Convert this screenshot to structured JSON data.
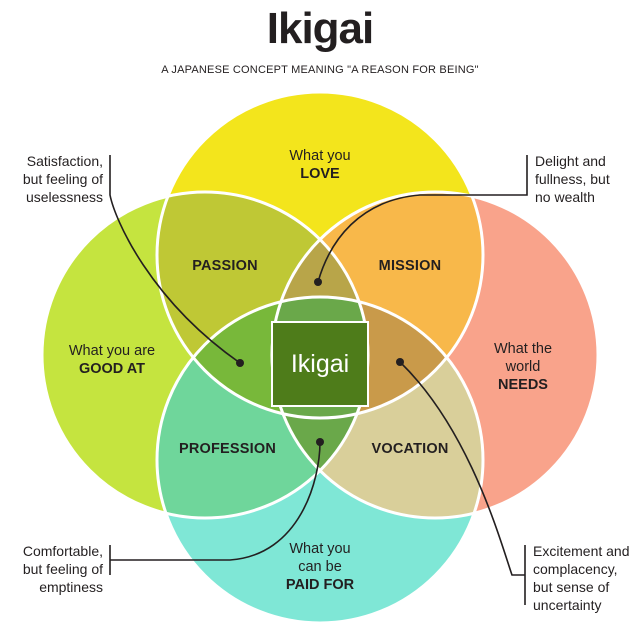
{
  "header": {
    "title": "Ikigai",
    "subtitle": "A JAPANESE CONCEPT MEANING \"A REASON FOR BEING\""
  },
  "circles": {
    "love": {
      "line1": "What you",
      "line2": "LOVE",
      "color": "#f3e51c"
    },
    "good_at": {
      "line1": "What you are",
      "line2": "GOOD AT",
      "color": "#c5e43f"
    },
    "needs": {
      "line1": "What the",
      "line2": "world",
      "line3": "NEEDS",
      "color": "#f9a38b"
    },
    "paid_for": {
      "line1": "What you",
      "line2": "can be",
      "line3": "PAID FOR",
      "color": "#7fe7d6"
    }
  },
  "zones": {
    "passion": {
      "label": "PASSION",
      "color": "#bfc835"
    },
    "mission": {
      "label": "MISSION",
      "color": "#f8b84a"
    },
    "profession": {
      "label": "PROFESSION",
      "color": "#6fd69b"
    },
    "vocation": {
      "label": "VOCATION",
      "color": "#d9cf9a"
    }
  },
  "center": {
    "label": "Ikigai",
    "color": "#4e7c1a"
  },
  "notes": {
    "top_left": {
      "lines": [
        "Satisfaction,",
        "but feeling of",
        "uselessness"
      ]
    },
    "top_right": {
      "lines": [
        "Delight and",
        "fullness, but",
        "no wealth"
      ]
    },
    "bottom_left": {
      "lines": [
        "Comfortable,",
        "but feeling of",
        "emptiness"
      ]
    },
    "bottom_right": {
      "lines": [
        "Excitement and",
        "complacency,",
        "but sense of",
        "uncertainty"
      ]
    }
  }
}
